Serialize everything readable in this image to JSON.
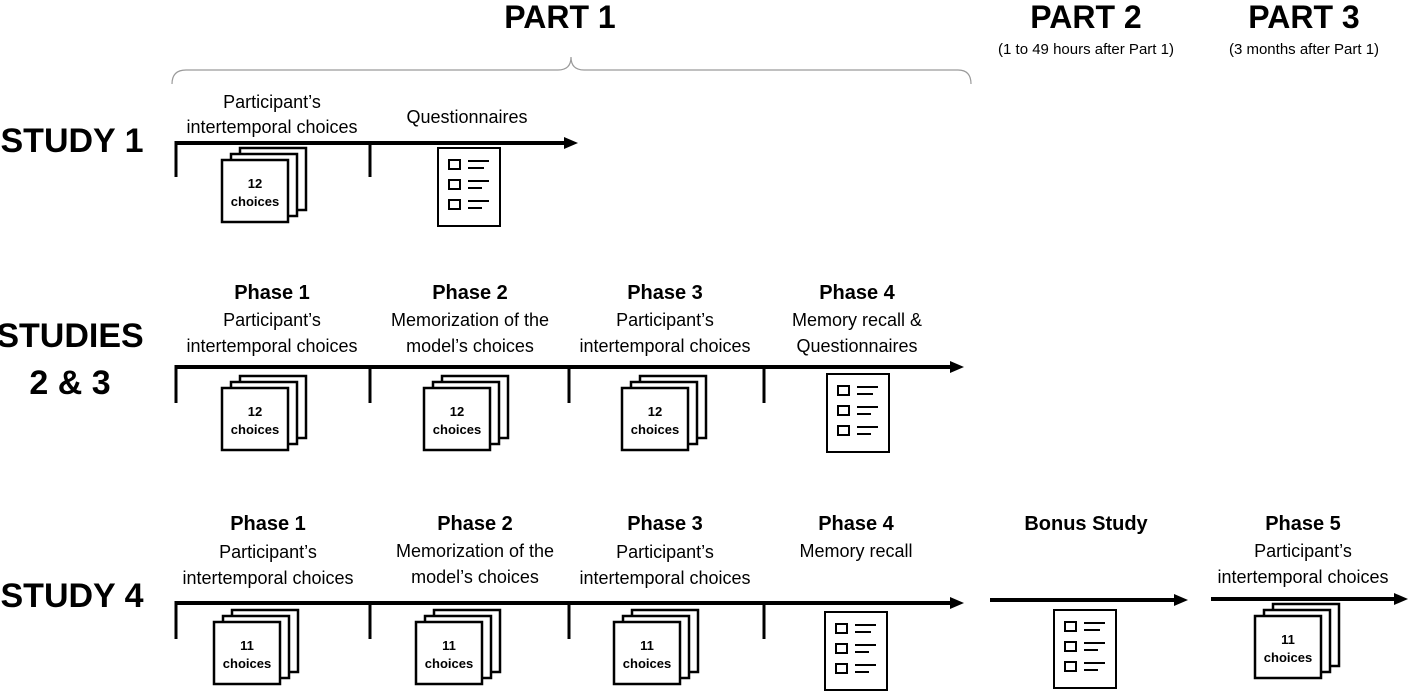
{
  "parts": [
    {
      "title": "PART 1",
      "subtitle": ""
    },
    {
      "title": "PART 2",
      "subtitle": "(1 to 49 hours after Part 1)"
    },
    {
      "title": "PART 3",
      "subtitle": "(3 months after Part 1)"
    }
  ],
  "studies": [
    {
      "label_lines": [
        "STUDY 1"
      ],
      "segments": [
        {
          "title": "",
          "desc_lines": [
            "Participant’s",
            "intertemporal choices"
          ],
          "icon": "card-deck",
          "deck_lines": [
            "12",
            "choices"
          ]
        },
        {
          "title": "",
          "desc_lines": [
            "Questionnaires"
          ],
          "icon": "questionnaire-document"
        }
      ]
    },
    {
      "label_lines": [
        "STUDIES",
        "2 & 3"
      ],
      "segments": [
        {
          "title": "Phase 1",
          "desc_lines": [
            "Participant’s",
            "intertemporal choices"
          ],
          "icon": "card-deck",
          "deck_lines": [
            "12",
            "choices"
          ]
        },
        {
          "title": "Phase 2",
          "desc_lines": [
            "Memorization of the",
            "model’s choices"
          ],
          "icon": "card-deck",
          "deck_lines": [
            "12",
            "choices"
          ]
        },
        {
          "title": "Phase 3",
          "desc_lines": [
            "Participant’s",
            "intertemporal choices"
          ],
          "icon": "card-deck",
          "deck_lines": [
            "12",
            "choices"
          ]
        },
        {
          "title": "Phase 4",
          "desc_lines": [
            "Memory recall &",
            "Questionnaires"
          ],
          "icon": "questionnaire-document"
        }
      ]
    },
    {
      "label_lines": [
        "STUDY 4"
      ],
      "segments": [
        {
          "title": "Phase 1",
          "desc_lines": [
            "Participant’s",
            "intertemporal choices"
          ],
          "icon": "card-deck",
          "deck_lines": [
            "11",
            "choices"
          ]
        },
        {
          "title": "Phase 2",
          "desc_lines": [
            "Memorization of the",
            "model’s choices"
          ],
          "icon": "card-deck",
          "deck_lines": [
            "11",
            "choices"
          ]
        },
        {
          "title": "Phase 3",
          "desc_lines": [
            "Participant’s",
            "intertemporal choices"
          ],
          "icon": "card-deck",
          "deck_lines": [
            "11",
            "choices"
          ]
        },
        {
          "title": "Phase 4",
          "desc_lines": [
            "Memory recall"
          ],
          "icon": "questionnaire-document"
        },
        {
          "title": "Bonus Study",
          "desc_lines": [],
          "icon": "questionnaire-document"
        },
        {
          "title": "Phase 5",
          "desc_lines": [
            "Participant’s",
            "intertemporal choices"
          ],
          "icon": "card-deck",
          "deck_lines": [
            "11",
            "choices"
          ]
        }
      ]
    }
  ]
}
